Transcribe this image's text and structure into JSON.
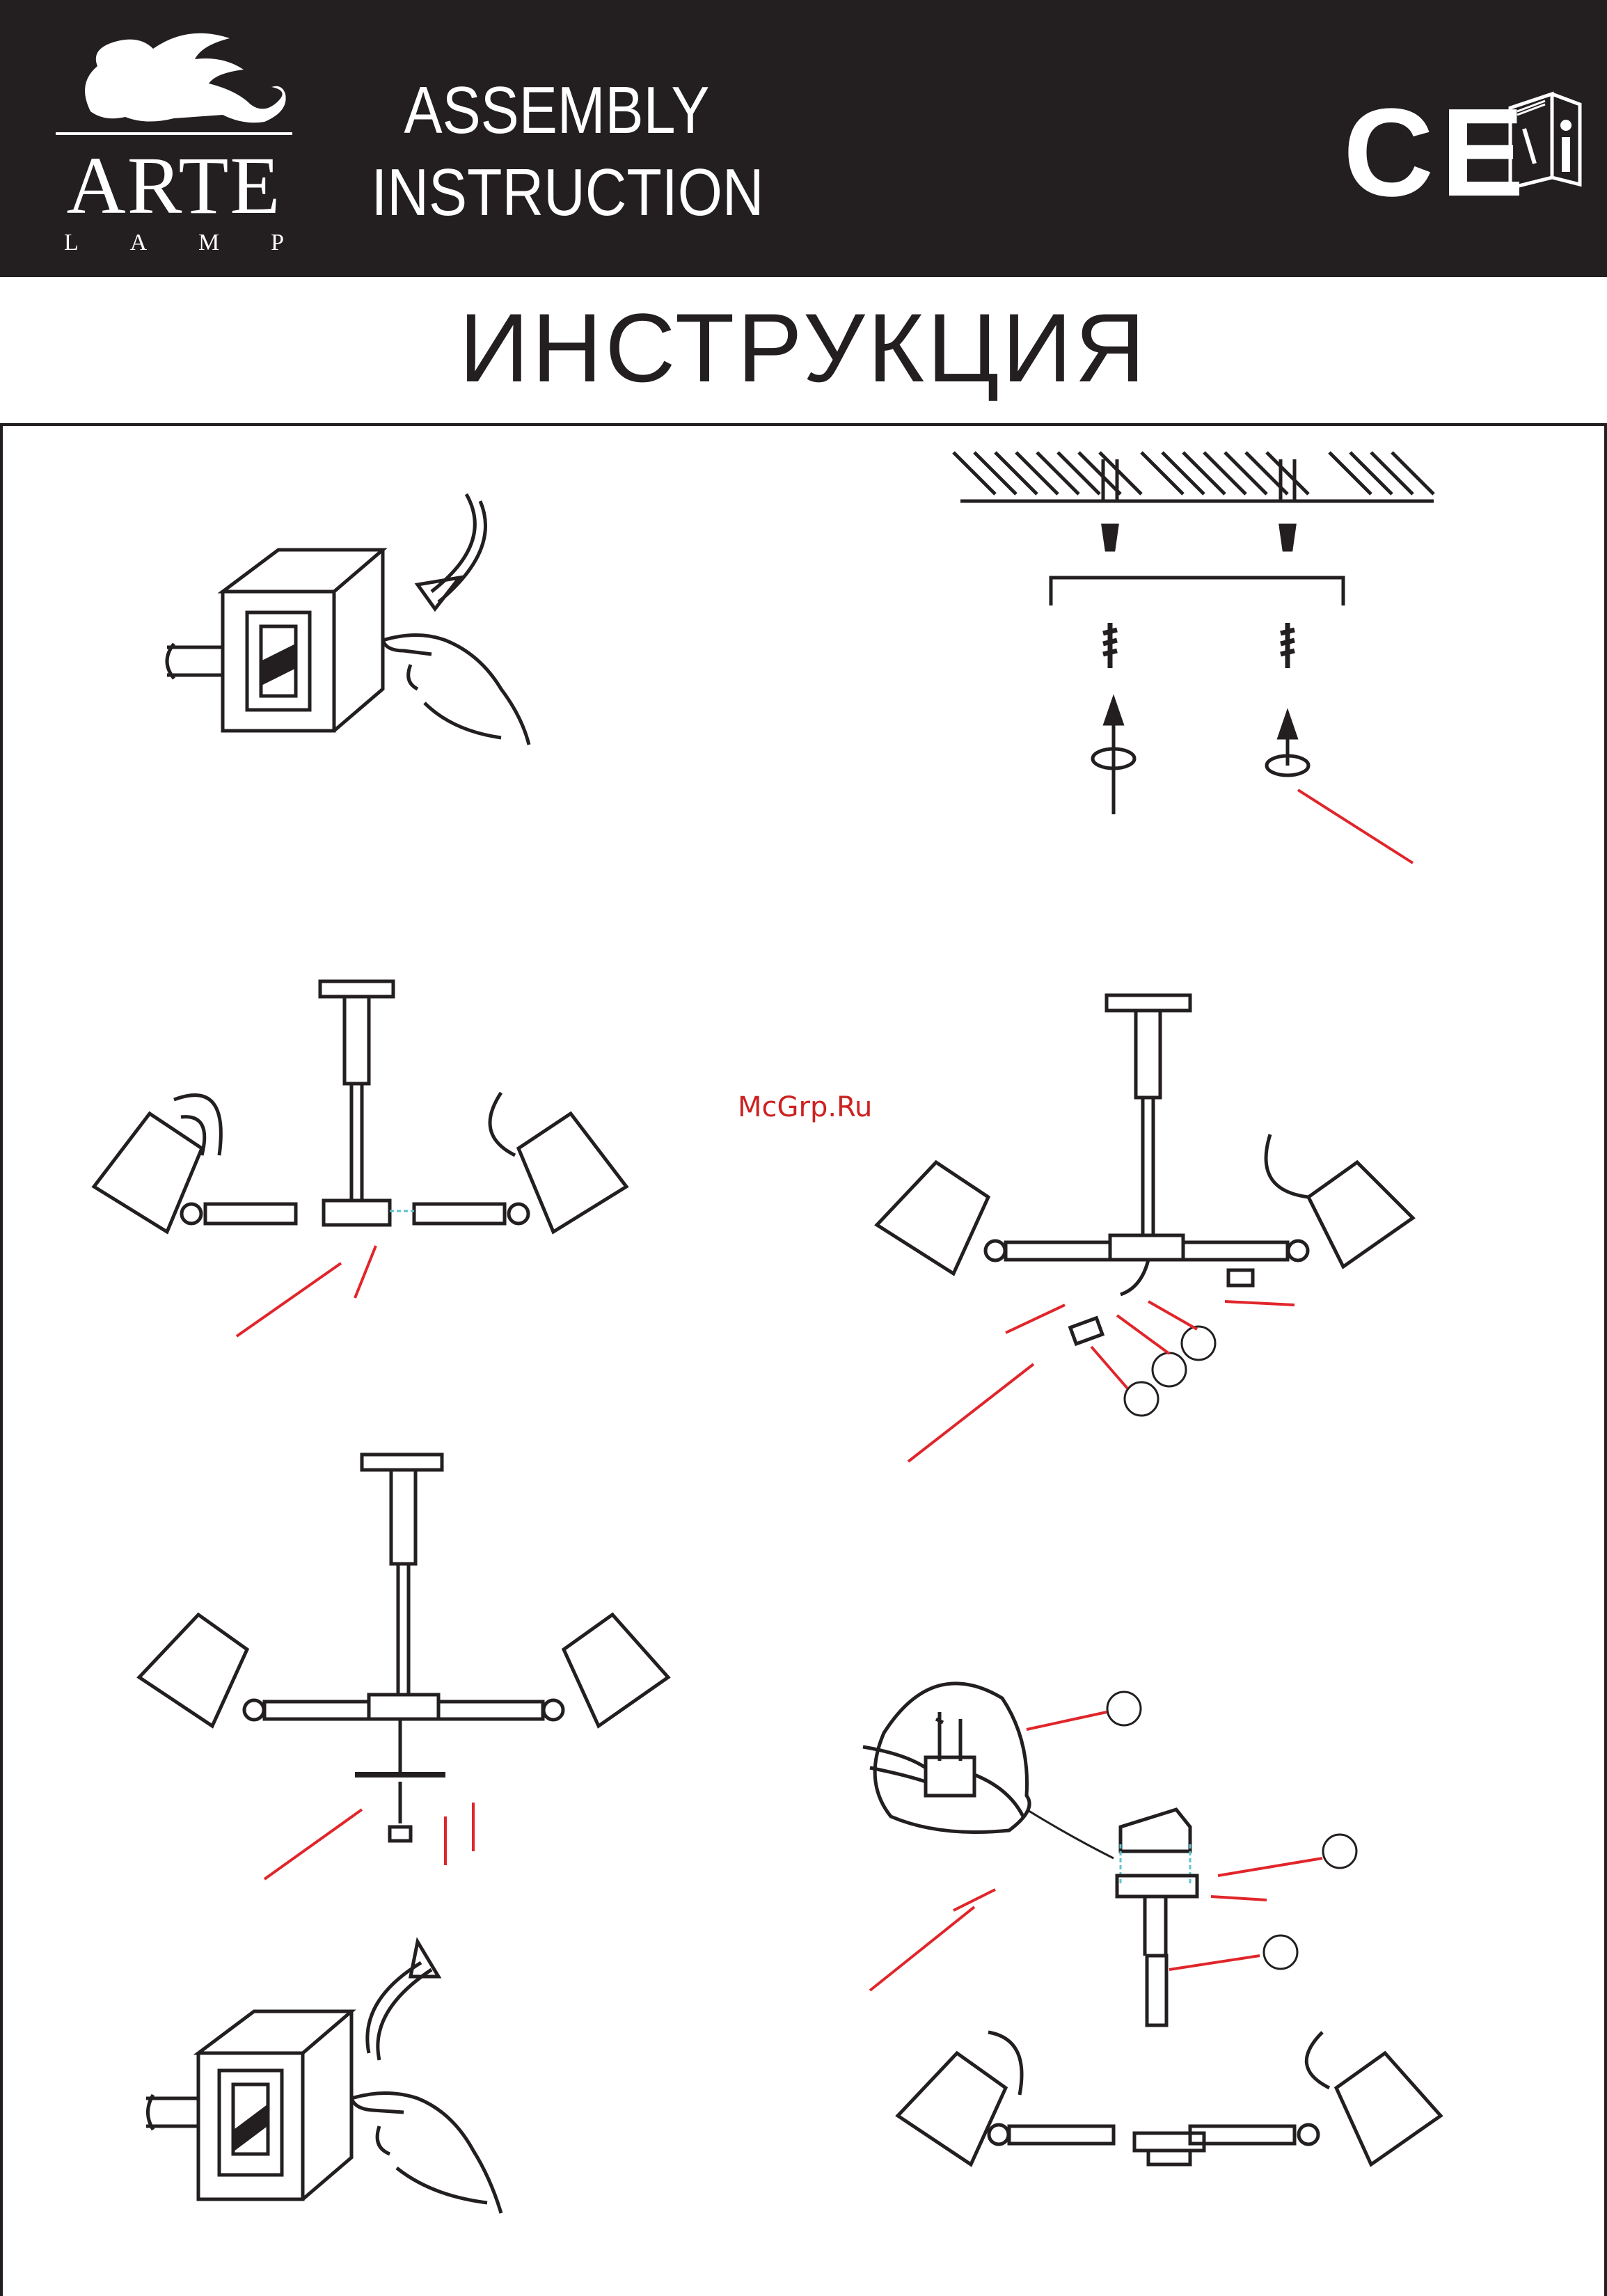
{
  "header": {
    "brand_name": "ARTE",
    "brand_sub": [
      "L",
      "A",
      "M",
      "P"
    ],
    "title_line1": "ASSEMBLY",
    "title_line2": "INSTRUCTION",
    "ce_mark": "CE",
    "manual_icon": "manual-info-icon"
  },
  "subtitle": "ИНСТРУКЦИЯ",
  "watermark": "McGrp.Ru",
  "colors": {
    "dark": "#231f20",
    "arrow": "#e0262b",
    "guide": "#5bc3cf"
  },
  "steps": [
    {
      "id": "switch-off",
      "icon": "power-switch-icon"
    },
    {
      "id": "ceiling-mount",
      "icon": "screw-anchor-icon"
    },
    {
      "id": "attach-arms",
      "icon": "lamp-arm-icon"
    },
    {
      "id": "wire-connect",
      "icon": "wire-connector-icon"
    },
    {
      "id": "install-canopy",
      "icon": "canopy-icon"
    },
    {
      "id": "mount-bracket",
      "icon": "terminal-block-icon"
    },
    {
      "id": "switch-on",
      "icon": "power-switch-icon"
    }
  ]
}
